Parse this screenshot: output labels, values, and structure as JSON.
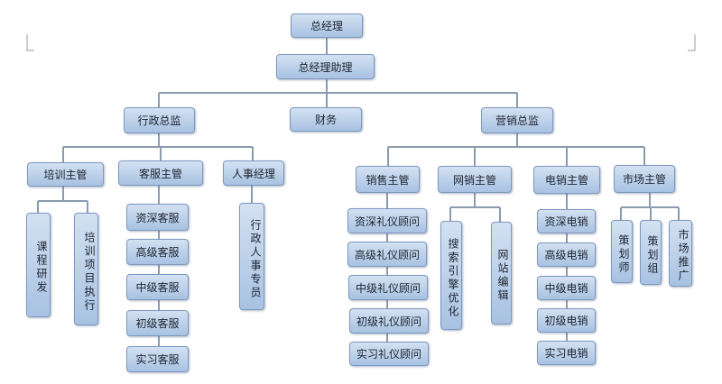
{
  "colors": {
    "box_fill": "#bcd0ea",
    "box_border": "#7d98bf",
    "line": "#8a9bb0"
  },
  "ceo": "总经理",
  "assistant": "总经理助理",
  "admin": {
    "title": "行政总监",
    "training": {
      "title": "培训主管",
      "children": [
        "课程研发",
        "培训项目执行"
      ]
    },
    "service": {
      "title": "客服主管",
      "children": [
        "资深客服",
        "高级客服",
        "中级客服",
        "初级客服",
        "实习客服"
      ]
    },
    "hr": {
      "title": "人事经理",
      "children": [
        "行政人事专员"
      ]
    }
  },
  "finance": "财务",
  "marketing": {
    "title": "营销总监",
    "sales": {
      "title": "销售主管",
      "children": [
        "资深礼仪顾问",
        "高级礼仪顾问",
        "中级礼仪顾问",
        "初级礼仪顾问",
        "实习礼仪顾问"
      ]
    },
    "online": {
      "title": "网销主管",
      "children": [
        "搜索引擎优化",
        "网站编辑"
      ]
    },
    "tele": {
      "title": "电销主管",
      "children": [
        "资深电销",
        "高级电销",
        "中级电销",
        "初级电销",
        "实习电销"
      ]
    },
    "market": {
      "title": "市场主管",
      "children": [
        "策划师",
        "策划组",
        "市场推广"
      ]
    }
  }
}
